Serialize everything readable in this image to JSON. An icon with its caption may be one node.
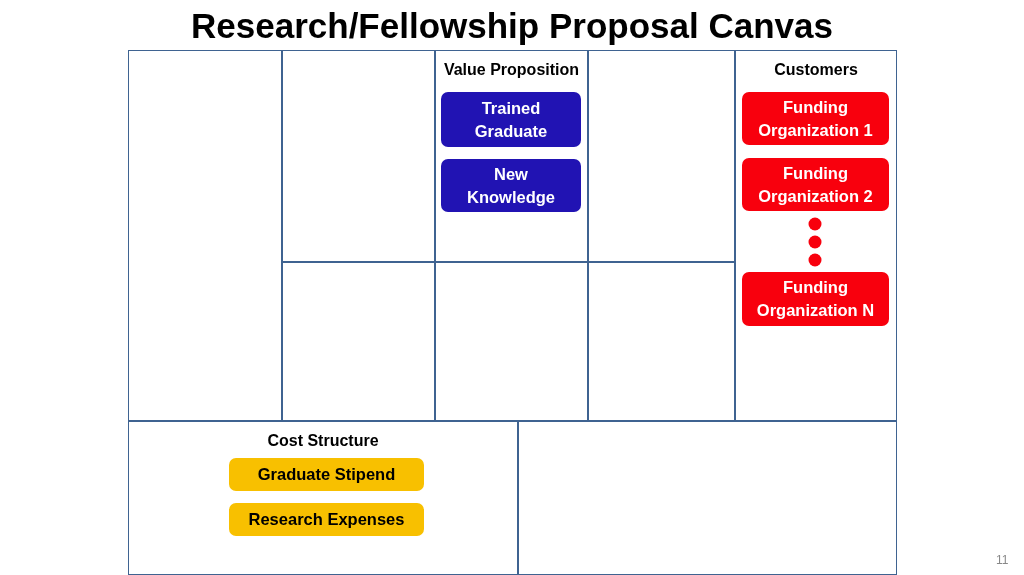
{
  "diagram": {
    "title": "Research/Fellowship Proposal Canvas",
    "nodes": [
      {
        "text": [],
        "shape": "box"
      },
      {
        "text": [],
        "shape": "box"
      },
      {
        "text": [
          "Value Proposition"
        ]
      },
      {
        "text": [
          "Trained Graduate"
        ],
        "in": 2
      },
      {
        "text": [
          "New Knowledge"
        ],
        "in": 2
      },
      {
        "text": [],
        "shape": "box"
      },
      {
        "text": [
          "Customers"
        ]
      },
      {
        "text": [
          "Funding Organization 1"
        ],
        "in": 6
      },
      {
        "text": [
          "Funding Organization 2"
        ],
        "in": 6
      },
      {
        "text": [
          "Funding Organization N"
        ],
        "in": 6
      },
      {
        "text": [],
        "shape": "box"
      },
      {
        "text": [],
        "shape": "box"
      },
      {
        "text": [],
        "shape": "box"
      },
      {
        "text": [
          "Cost Structure"
        ]
      },
      {
        "text": [
          "Graduate Stipend"
        ],
        "in": 13
      },
      {
        "text": [
          "Research Expenses"
        ],
        "in": 13
      },
      {
        "text": [],
        "shape": "box"
      }
    ],
    "edges": [],
    "labels": [
      "11"
    ]
  }
}
